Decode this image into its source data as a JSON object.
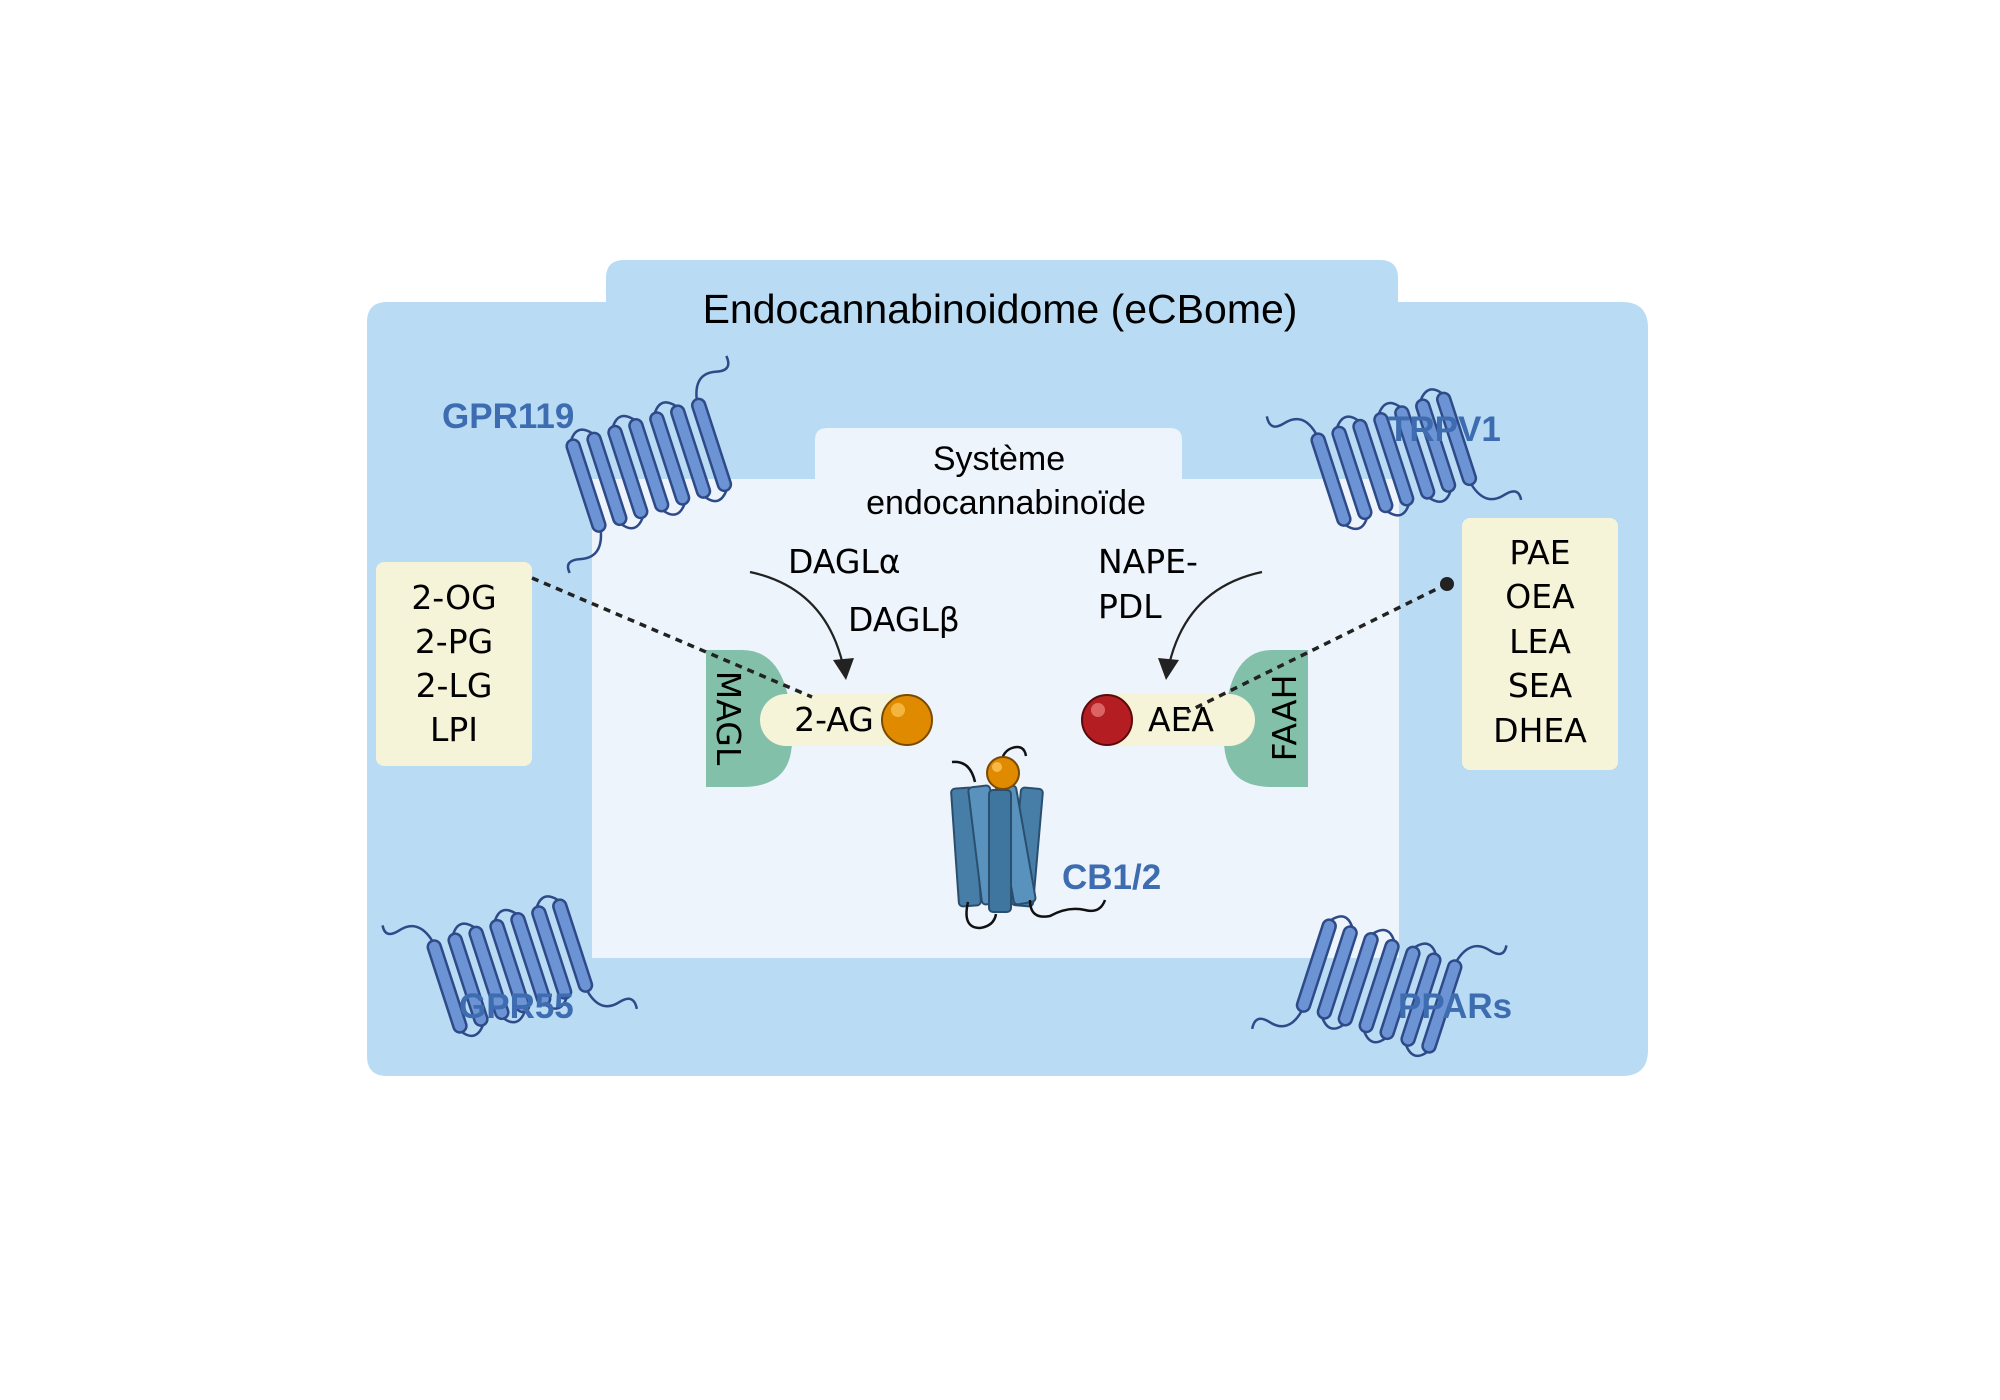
{
  "title": "Endocannabinoidome (eCBome)",
  "inner_title_line1": "Système",
  "inner_title_line2": "endocannabinoïde",
  "receptors": {
    "gpr119": "GPR119",
    "trpv1": "TRPV1",
    "gpr55": "GPR55",
    "ppars": "PPARs",
    "cb12": "CB1/2"
  },
  "enzymes": {
    "dagl_alpha": "DAGLα",
    "dagl_beta": "DAGLβ",
    "nape_line1": "NAPE-",
    "nape_line2": "PDL",
    "magl": "MAGL",
    "faah": "FAAH"
  },
  "ligands": {
    "two_ag": "2-AG",
    "aea": "AEA"
  },
  "left_box": [
    "2-OG",
    "2-PG",
    "2-LG",
    "LPI"
  ],
  "right_box": [
    "PAE",
    "OEA",
    "LEA",
    "SEA",
    "DHEA"
  ],
  "colors": {
    "outer_bg": "#b9dbf4",
    "inner_bg": "#edf4fc",
    "label_box": "#f5f3d8",
    "enzyme": "#83c0aa",
    "receptor_fill": "#6c94d4",
    "receptor_stroke": "#2e4a88",
    "cb_fill": "#467ea8",
    "orange": "#e08a00",
    "red": "#b41e22",
    "receptor_text": "#3d6cb0"
  }
}
